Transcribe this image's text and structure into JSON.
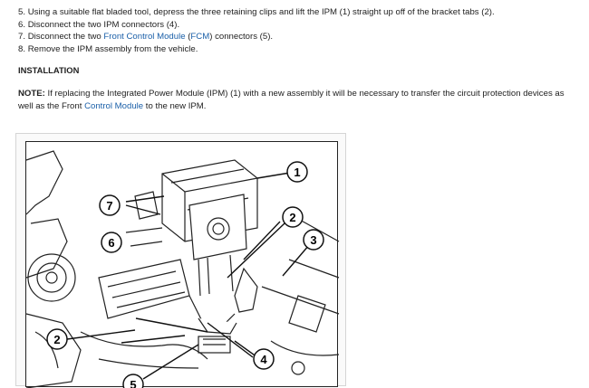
{
  "steps": [
    {
      "number": "5.",
      "text": "Using a suitable flat bladed tool, depress the three retaining clips and lift the IPM (1) straight up off of the bracket tabs (2)."
    },
    {
      "number": "6.",
      "text": "Disconnect the two IPM connectors (4)."
    },
    {
      "number": "7.",
      "pre": "Disconnect the two ",
      "link1": "Front Control Module",
      "mid": " (",
      "link2": "FCM",
      "post": ") connectors (5)."
    },
    {
      "number": "8.",
      "text": "Remove the IPM assembly from the vehicle."
    }
  ],
  "installation_heading": "INSTALLATION",
  "note": {
    "label": "NOTE:",
    "text": " If replacing the Integrated Power Module (IPM) (1) with a new assembly it will be necessary to transfer the circuit protection devices as well as the Front ",
    "link": "Control Module",
    "tail": " to the new IPM."
  },
  "figure": {
    "callouts": [
      "1",
      "2",
      "3",
      "6",
      "7",
      "2",
      "4",
      "5"
    ]
  }
}
